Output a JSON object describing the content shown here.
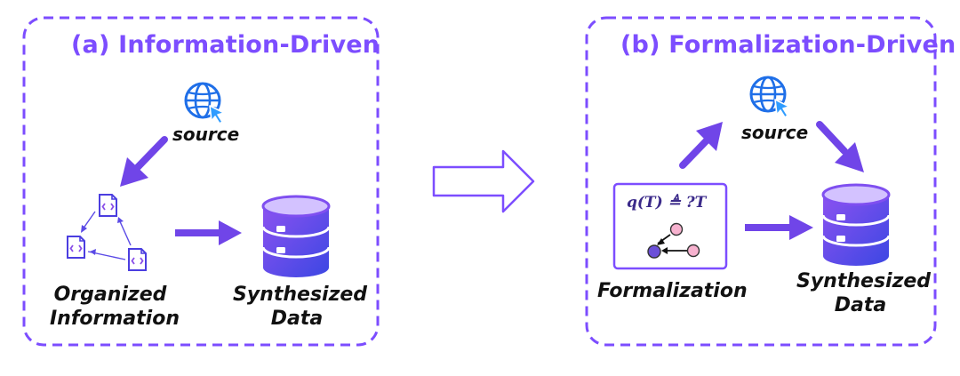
{
  "panels": [
    {
      "title": "(a) Information-Driven",
      "source_label": "source",
      "organized_line1": "Organized",
      "organized_line2": "Information",
      "data_line1": "Synthesized",
      "data_line2": "Data"
    },
    {
      "title": "(b) Formalization-Driven",
      "source_label": "source",
      "formula": "q(T) ≜ ?T",
      "formalization_label": "Formalization",
      "data_line1": "Synthesized",
      "data_line2": "Data"
    }
  ],
  "icons": {
    "source": "globe-cursor-icon",
    "documents": "code-document-icon",
    "database": "database-icon",
    "graph": "graph-nodes-icon",
    "transition": "hollow-arrow-right-icon"
  },
  "colors": {
    "accent": "#7c4dff",
    "arrow": "#7045e8",
    "globe": "#1f6fe8",
    "database_blue": "#3c47e3",
    "database_violet": "#8b52f0",
    "node_purple": "#6b4fd8",
    "node_pink": "#f7b2cf"
  }
}
